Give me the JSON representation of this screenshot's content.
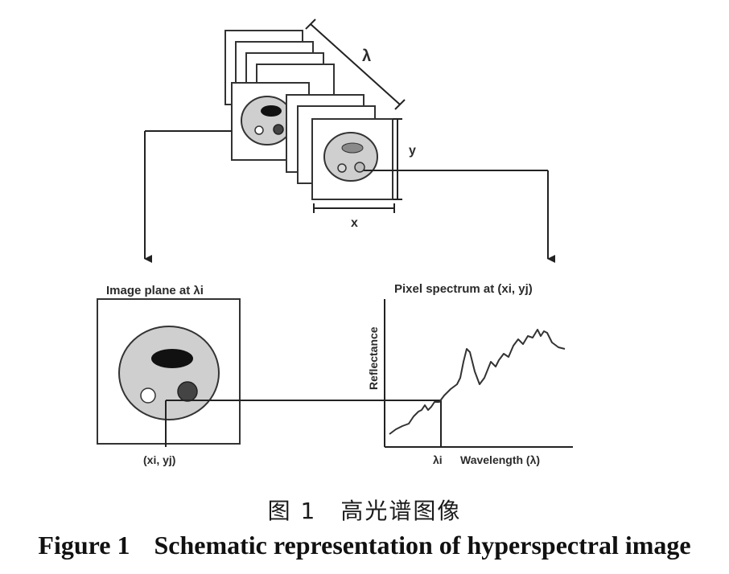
{
  "diagram": {
    "cube_axis_wavelength": "λ",
    "cube_axis_y": "y",
    "cube_axis_x": "x",
    "image_plane_title": "Image plane at λi",
    "pixel_spectrum_title": "Pixel spectrum at (xi, yj)",
    "pixel_coord_label": "(xi, yj)",
    "y_axis_label": "Reflectance",
    "band_marker_label": "λi",
    "x_axis_label": "Wavelength (λ)"
  },
  "caption": {
    "chinese": "图 1　高光谱图像",
    "english_number": "Figure 1",
    "english_text": "Schematic representation of hyperspectral image"
  }
}
